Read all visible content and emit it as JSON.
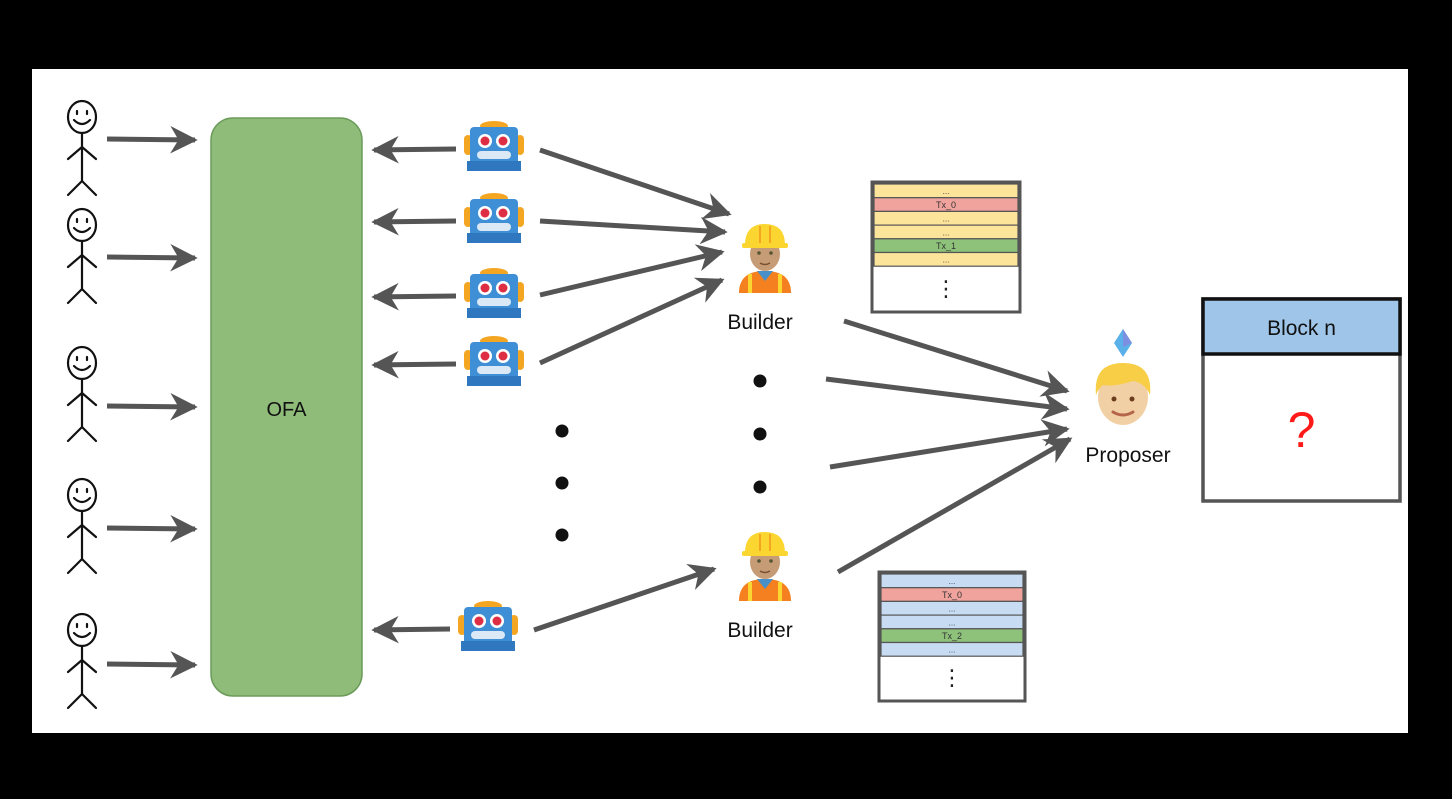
{
  "colors": {
    "background": "#000000",
    "slide": "#ffffff",
    "ofa_fill": "#8fbc78",
    "ofa_stroke": "#6b9b5a",
    "arrow": "#555555",
    "robot_blue": "#3f8fd6",
    "robot_eye": "#dd2e44",
    "robot_ear": "#f4a623",
    "helmet": "#fcd630",
    "vest": "#f4801f",
    "skin_builder": "#c69c76",
    "skin_proposer": "#f2d0a6",
    "hair_proposer": "#f7ce46",
    "tx_yellow": "#fde49b",
    "tx_red": "#f0a29c",
    "tx_green": "#8ec27a",
    "tx_blue": "#c7dcf3",
    "block_header": "#9fc5e8",
    "question_mark": "#ff1a1a",
    "eth_gem": "#5ab0e8"
  },
  "users": {
    "count": 5,
    "icon": "stick-figure-icon"
  },
  "ofa": {
    "label": "OFA"
  },
  "searchers": {
    "count": 5,
    "icon": "robot-face-icon"
  },
  "ellipsis": {
    "searchers": "vertical-dots",
    "builders": "vertical-dots"
  },
  "builders": [
    {
      "label": "Builder",
      "icon": "construction-worker-icon"
    },
    {
      "label": "Builder",
      "icon": "construction-worker-icon"
    }
  ],
  "builder_blocks": [
    {
      "theme": "yellow",
      "rows": [
        "...",
        "Tx_0",
        "...",
        "...",
        "Tx_1",
        "..."
      ],
      "row_kinds": [
        "filler",
        "red",
        "filler",
        "filler",
        "green",
        "filler"
      ],
      "more": "⋮"
    },
    {
      "theme": "blue",
      "rows": [
        "...",
        "Tx_0",
        "...",
        "...",
        "Tx_2",
        "..."
      ],
      "row_kinds": [
        "filler",
        "red",
        "filler",
        "filler",
        "green",
        "filler"
      ],
      "more": "⋮"
    }
  ],
  "proposer": {
    "label": "Proposer",
    "icon": "person-blond-icon",
    "badge_icon": "ethereum-gem-icon"
  },
  "block": {
    "title": "Block n",
    "content": "?"
  }
}
